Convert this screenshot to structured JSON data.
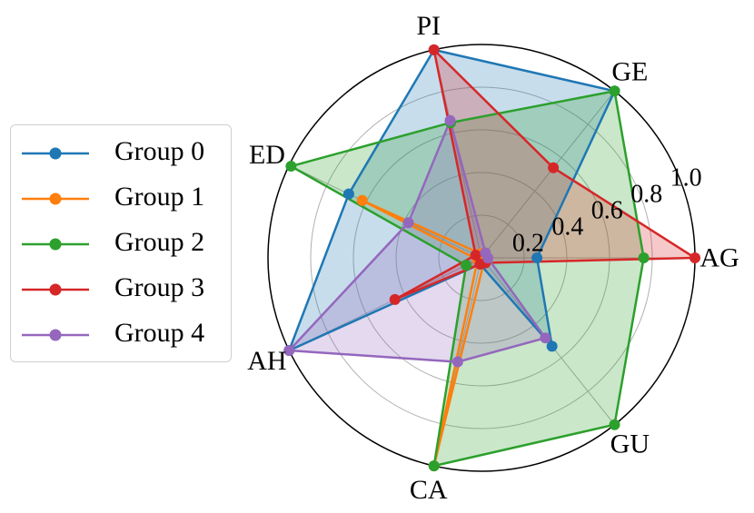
{
  "chart_data": {
    "type": "radar",
    "title": "",
    "axes": [
      "AG",
      "GE",
      "PI",
      "ED",
      "AH",
      "CA",
      "GU"
    ],
    "rlim": [
      0,
      1.0
    ],
    "rticks": [
      "0.2",
      "0.4",
      "0.6",
      "0.8",
      "1.0"
    ],
    "rtick_values": [
      0.2,
      0.4,
      0.6,
      0.8,
      1.0
    ],
    "grid": true,
    "legend_position": "left",
    "series": [
      {
        "name": "Group 0",
        "color": "#1f77b4",
        "values": [
          0.26,
          1.0,
          1.0,
          0.69,
          1.0,
          0.03,
          0.53
        ],
        "fill": true
      },
      {
        "name": "Group 1",
        "color": "#ff7f0e",
        "values": [
          0.02,
          0.02,
          0.02,
          0.62,
          0.02,
          1.0,
          0.02
        ],
        "fill": false
      },
      {
        "name": "Group 2",
        "color": "#2ca02c",
        "values": [
          0.76,
          1.0,
          0.65,
          0.99,
          0.08,
          1.0,
          1.0
        ],
        "fill": true
      },
      {
        "name": "Group 3",
        "color": "#d62728",
        "values": [
          1.0,
          0.54,
          1.0,
          0.03,
          0.45,
          0.03,
          0.03
        ],
        "fill": true
      },
      {
        "name": "Group 4",
        "color": "#9467bd",
        "values": [
          0.03,
          0.03,
          0.66,
          0.38,
          1.0,
          0.5,
          0.48
        ],
        "fill": true
      }
    ]
  }
}
